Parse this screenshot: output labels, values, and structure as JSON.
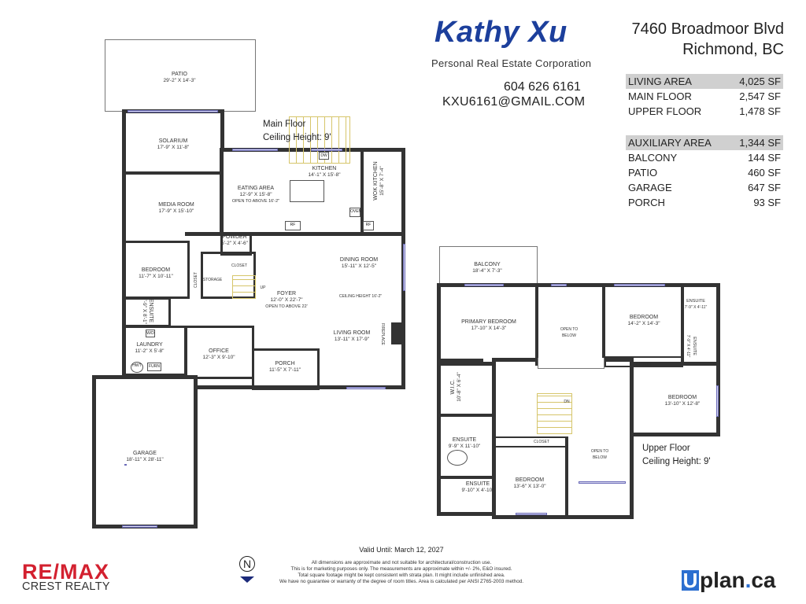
{
  "header": {
    "agent_name": "Kathy Xu",
    "agent_corp": "Personal Real Estate Corporation",
    "phone": "604 626 6161",
    "email": "KXU6161@GMAIL.COM",
    "address_line1": "7460 Broadmoor Blvd",
    "address_line2": "Richmond, BC"
  },
  "areas": {
    "living": [
      {
        "label": "LIVING AREA",
        "value": "4,025 SF"
      },
      {
        "label": "MAIN FLOOR",
        "value": "2,547 SF"
      },
      {
        "label": "UPPER FLOOR",
        "value": "1,478 SF"
      }
    ],
    "auxiliary": [
      {
        "label": "AUXILIARY AREA",
        "value": "1,344 SF"
      },
      {
        "label": "BALCONY",
        "value": "144 SF"
      },
      {
        "label": "PATIO",
        "value": "460 SF"
      },
      {
        "label": "GARAGE",
        "value": "647 SF"
      },
      {
        "label": "PORCH",
        "value": "93 SF"
      }
    ]
  },
  "main_floor": {
    "title": "Main Floor",
    "ceiling": "Ceiling Height: 9'",
    "rooms": [
      {
        "name": "PATIO",
        "dims": "29'-2\" X 14'-3\""
      },
      {
        "name": "SOLARIUM",
        "dims": "17'-9\" X 11'-8\""
      },
      {
        "name": "MEDIA ROOM",
        "dims": "17'-9\" X 15'-10\""
      },
      {
        "name": "EATING AREA",
        "dims": "12'-9\" X 15'-8\"",
        "note": "OPEN TO ABOVE 16'-2\""
      },
      {
        "name": "KITCHEN",
        "dims": "14'-1\" X 15'-8\""
      },
      {
        "name": "WOK KITCHEN",
        "dims": "15'-8\" X 7'-4\""
      },
      {
        "name": "POWDER",
        "dims": "5'-2\" X 4'-6\""
      },
      {
        "name": "BEDROOM",
        "dims": "11'-7\" X 10'-11\""
      },
      {
        "name": "DINING ROOM",
        "dims": "15'-11\" X 12'-5\""
      },
      {
        "name": "FOYER",
        "dims": "12'-0\" X 22'-7\"",
        "note": "OPEN TO ABOVE 22'"
      },
      {
        "name": "LIVING ROOM",
        "dims": "13'-11\" X 17'-9\""
      },
      {
        "name": "ENSUITE",
        "dims": "7'-9\" X 8'-1\""
      },
      {
        "name": "LAUNDRY",
        "dims": "11'-2\" X 5'-8\""
      },
      {
        "name": "OFFICE",
        "dims": "12'-3\" X 9'-10\""
      },
      {
        "name": "PORCH",
        "dims": "11'-5\" X 7'-11\""
      },
      {
        "name": "GARAGE",
        "dims": "18'-11\" X 28'-11\""
      }
    ],
    "labels": {
      "closet": "CLOSET",
      "storage": "STORAGE",
      "up": "UP",
      "ceiling_note": "CEILING HEIGHT 16'-2\"",
      "fireplace": "FIREPLACE",
      "dw": "DW",
      "rf": "RF",
      "oven": "OVEN",
      "wd": "W/D",
      "hwt": "HWT",
      "furn": "FURN"
    }
  },
  "upper_floor": {
    "title": "Upper Floor",
    "ceiling": "Ceiling Height: 9'",
    "rooms": [
      {
        "name": "BALCONY",
        "dims": "18'-4\" X 7'-3\""
      },
      {
        "name": "PRIMARY BEDROOM",
        "dims": "17'-10\" X 14'-3\""
      },
      {
        "name": "OPEN TO BELOW",
        "dims": ""
      },
      {
        "name": "BEDROOM",
        "dims": "14'-2\" X 14'-3\""
      },
      {
        "name": "ENSUITE",
        "dims": "7'-9\" X 4'-11\""
      },
      {
        "name": "ENSUITE",
        "dims": "7'-9\" X 4'-11\""
      },
      {
        "name": "W.I.C.",
        "dims": "10'-8\" X 6'-4\""
      },
      {
        "name": "BEDROOM",
        "dims": "13'-10\" X 12'-8\""
      },
      {
        "name": "ENSUITE",
        "dims": "9'-9\" X 11'-10\""
      },
      {
        "name": "ENSUITE",
        "dims": "9'-10\" X 4'-10\""
      },
      {
        "name": "BEDROOM",
        "dims": "13'-6\" X 13'-0\""
      },
      {
        "name": "OPEN TO BELOW",
        "dims": ""
      }
    ],
    "labels": {
      "closet": "CLOSET",
      "dn": "DN"
    }
  },
  "footer": {
    "valid_until": "Valid Until: March 12, 2027",
    "disclaimer": [
      "All dimensions are approximate and not suitable for architectural/construction use.",
      "This is for marketing purposes only. The measurements are approximate within +/- 2%, E&O insured.",
      "Total square footage might be kept consistent with strata plan. It might include unfinished area.",
      "We have no guarantee or warranty of the degree of room titles. Area is calculated per ANSI Z765-2003 method."
    ],
    "north": "N",
    "remax_logo": "RE/MAX",
    "remax_sub": "CREST REALTY",
    "uplan_u": "U",
    "uplan_rest": "plan",
    "uplan_dot": ".",
    "uplan_tld": "ca"
  },
  "colors": {
    "brand_blue": "#1c3f9c",
    "remax_red": "#d3202f",
    "uplan_blue": "#2c6fd0",
    "wall": "#333333",
    "window": "#6a6ab8",
    "stairs": "#d6c56a",
    "table_header": "#d0d0d0"
  }
}
